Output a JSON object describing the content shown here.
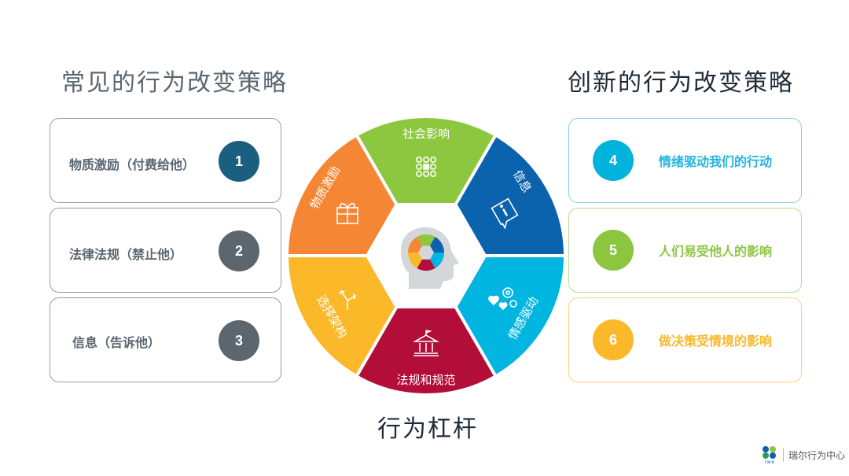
{
  "left_panel": {
    "title": "常见的行为改变策略",
    "items": [
      {
        "label": "物质激励（付费给他）",
        "number": "1",
        "color": "#1a5f80"
      },
      {
        "label": "法律法规（禁止他）",
        "number": "2",
        "color": "#5b666e"
      },
      {
        "label": "信息（告诉他）",
        "number": "3",
        "color": "#5b666e"
      }
    ]
  },
  "right_panel": {
    "title": "创新的行为改变策略",
    "items": [
      {
        "label": "情绪驱动我们的行动",
        "number": "4",
        "color": "#00b3dc",
        "border": "#7fd3ec"
      },
      {
        "label": "人们易受他人的影响",
        "number": "5",
        "color": "#8cc63f",
        "border": "#b8dc8c"
      },
      {
        "label": "做决策受情境的影响",
        "number": "6",
        "color": "#fbb829",
        "border": "#fcd27a"
      }
    ]
  },
  "wheel": {
    "segments": [
      {
        "label": "社会影响",
        "icon": "social-grid-icon",
        "color": "#8dc63f"
      },
      {
        "label": "信息",
        "icon": "info-icon",
        "color": "#0b62ad"
      },
      {
        "label": "情感驱动",
        "icon": "hearts-gears-icon",
        "color": "#00b5e0"
      },
      {
        "label": "法规和规范",
        "icon": "courthouse-icon",
        "color": "#b30d3a"
      },
      {
        "label": "选择架构",
        "icon": "fork-arrows-icon",
        "color": "#fbb829"
      },
      {
        "label": "物质激励",
        "icon": "gift-icon",
        "color": "#f58634"
      }
    ],
    "center_icon": "head-wheel-icon",
    "caption": "行为杠杆"
  },
  "logo": {
    "mark": "rare",
    "text": "瑞尔行为中心"
  }
}
